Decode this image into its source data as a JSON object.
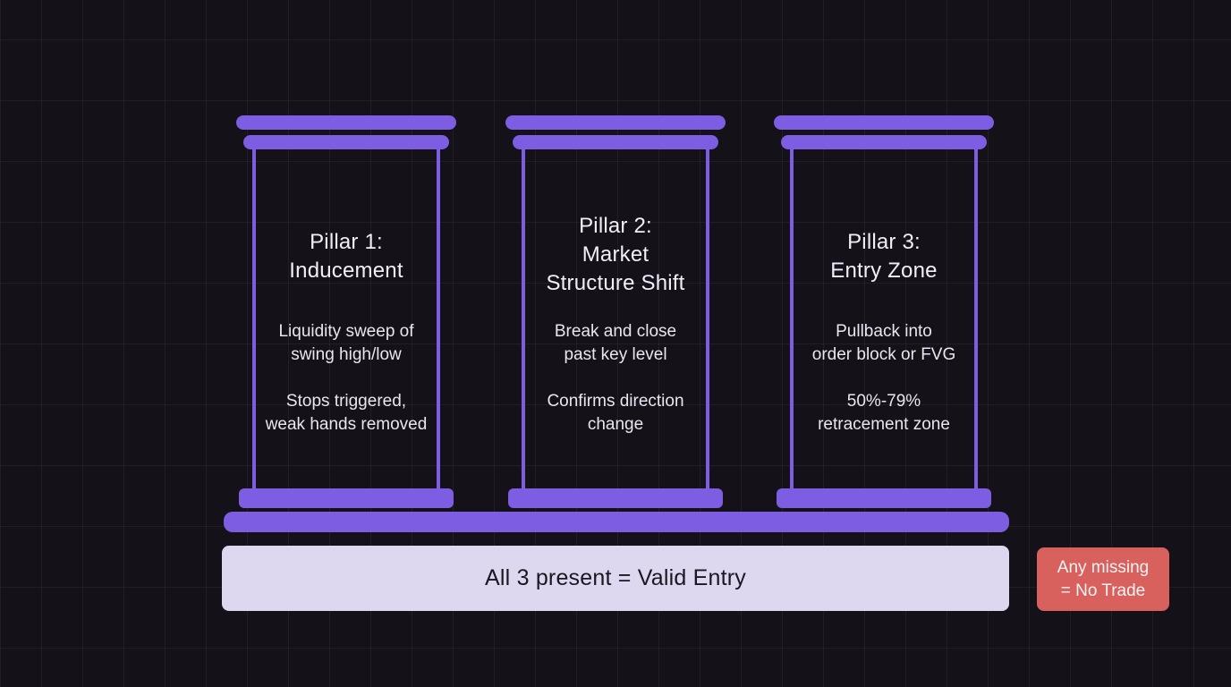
{
  "diagram": {
    "pillars": [
      {
        "title": "Pillar 1:\nInducement",
        "point1": "Liquidity sweep of\nswing high/low",
        "point2": "Stops triggered,\nweak hands removed"
      },
      {
        "title": "Pillar 2:\nMarket\nStructure Shift",
        "point1": "Break and close\npast key level",
        "point2": "Confirms direction\nchange"
      },
      {
        "title": "Pillar 3:\nEntry Zone",
        "point1": "Pullback into\norder block or FVG",
        "point2": "50%-79%\nretracement zone"
      }
    ],
    "conclusion": "All 3 present = Valid Entry",
    "warning": "Any missing\n= No Trade",
    "colors": {
      "pillar_purple": "#7d5de2",
      "conclusion_bg": "#ded7f0",
      "conclusion_text": "#1a171f",
      "warning_bg": "#d8605d",
      "warning_text": "#f8f3f4",
      "background": "#141218",
      "grid_line": "#26232b",
      "pillar_text": "#e9e5f2"
    }
  }
}
